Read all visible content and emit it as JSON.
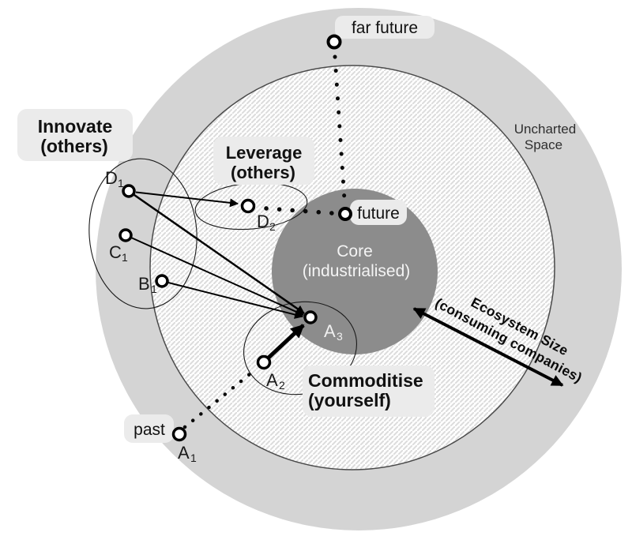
{
  "diagram": {
    "regions": {
      "uncharted_space": {
        "line1": "Uncharted",
        "line2": "Space"
      },
      "core": {
        "line1": "Core",
        "line2": "(industrialised)"
      }
    },
    "strategy_labels": {
      "innovate": {
        "line1": "Innovate",
        "line2": "(others)"
      },
      "leverage": {
        "line1": "Leverage",
        "line2": "(others)"
      },
      "commoditise": {
        "line1": "Commoditise",
        "line2": "(yourself)"
      }
    },
    "ecosystem_axis": {
      "line1": "Ecosystem Size",
      "line2": "(consuming companies)"
    },
    "time_markers": {
      "far_future": "far future",
      "future": "future",
      "past": "past"
    },
    "nodes": {
      "A1": {
        "letter": "A",
        "sub": "1"
      },
      "A2": {
        "letter": "A",
        "sub": "2"
      },
      "A3": {
        "letter": "A",
        "sub": "3"
      },
      "B1": {
        "letter": "B",
        "sub": "1"
      },
      "C1": {
        "letter": "C",
        "sub": "1"
      },
      "D1": {
        "letter": "D",
        "sub": "1"
      },
      "D2": {
        "letter": "D",
        "sub": "2"
      }
    },
    "colors": {
      "outer_ring": "#d4d4d4",
      "hatch_stripe": "#dcdcdc",
      "core_fill": "#8c8c8c",
      "label_box": "#ebebeb",
      "line": "#000000",
      "core_text": "#f4f4f4"
    }
  }
}
